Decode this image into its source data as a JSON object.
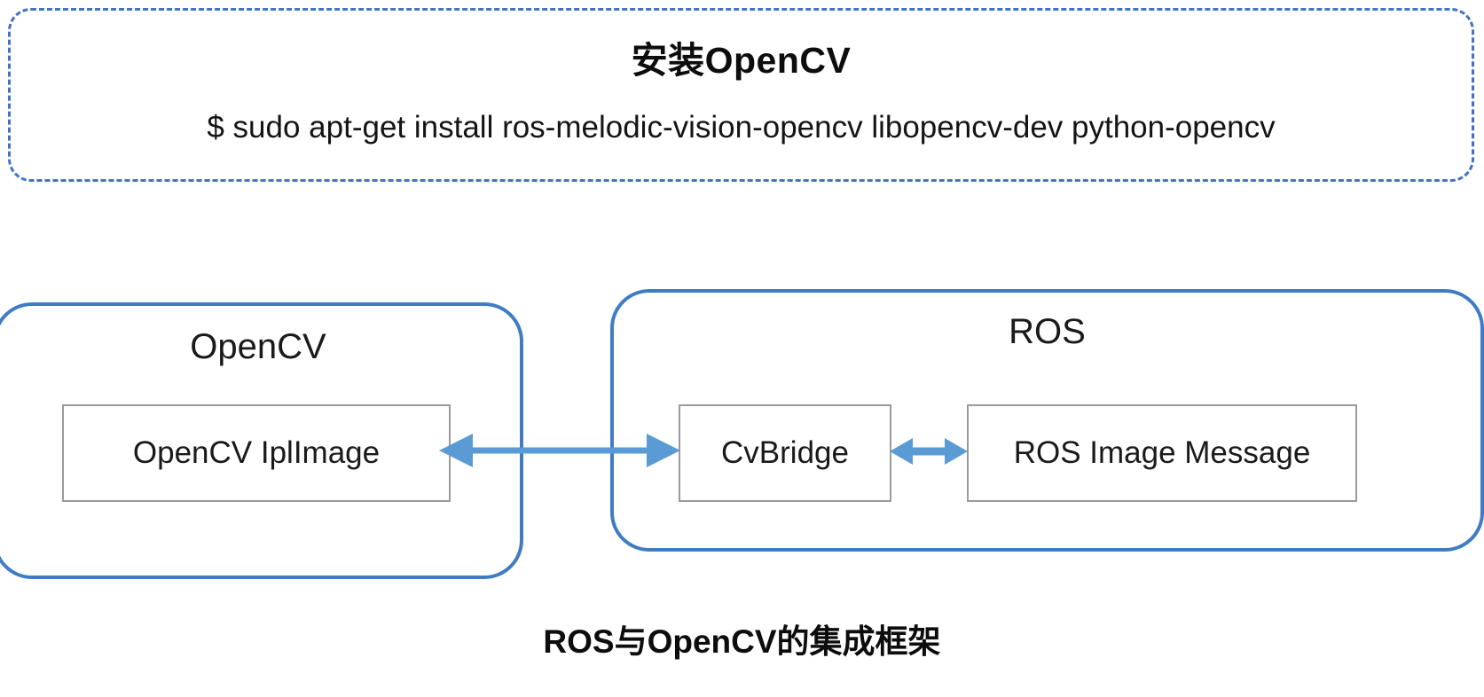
{
  "install_panel": {
    "title": "安装OpenCV",
    "command": "$ sudo apt-get install ros-melodic-vision-opencv libopencv-dev python-opencv",
    "border_color": "#4472C4"
  },
  "diagram": {
    "caption": "ROS与OpenCV的集成框架",
    "accent_color": "#3F7CC4",
    "node_border_color": "#9A9A9A",
    "groups": [
      {
        "label": "OpenCV",
        "nodes": [
          {
            "label": "OpenCV IplImage"
          }
        ]
      },
      {
        "label": "ROS",
        "nodes": [
          {
            "label": "CvBridge"
          },
          {
            "label": "ROS Image Message"
          }
        ]
      }
    ],
    "connectors": [
      {
        "from": "OpenCV IplImage",
        "to": "CvBridge",
        "style": "double-headed-arrow"
      },
      {
        "from": "CvBridge",
        "to": "ROS Image Message",
        "style": "double-headed-arrow"
      }
    ]
  }
}
